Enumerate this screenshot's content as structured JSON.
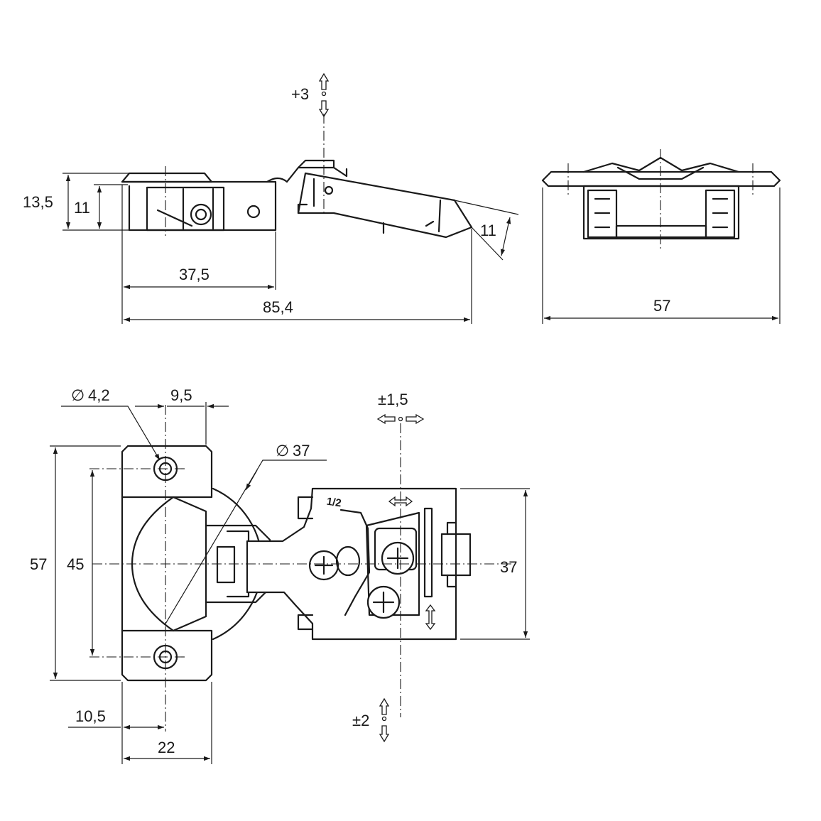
{
  "dimensions": {
    "side_total_height": "13,5",
    "side_inner_height": "11",
    "side_arm_height": "11",
    "side_cup_length": "37,5",
    "side_total_length": "85,4",
    "side_adjust_vertical": "+3",
    "end_width": "57",
    "screw_hole_diameter": "4,2",
    "screw_hole_offset": "9,5",
    "cup_diameter": "37",
    "adjust_lateral": "±1,5",
    "plate_height": "57",
    "hole_spacing": "45",
    "arm_width": "37",
    "adjust_depth": "±2",
    "hole_edge_distance": "10,5",
    "plate_width": "22"
  },
  "symbols": {
    "diameter": "∅"
  },
  "labels": {
    "arm_marking": "1/2"
  }
}
